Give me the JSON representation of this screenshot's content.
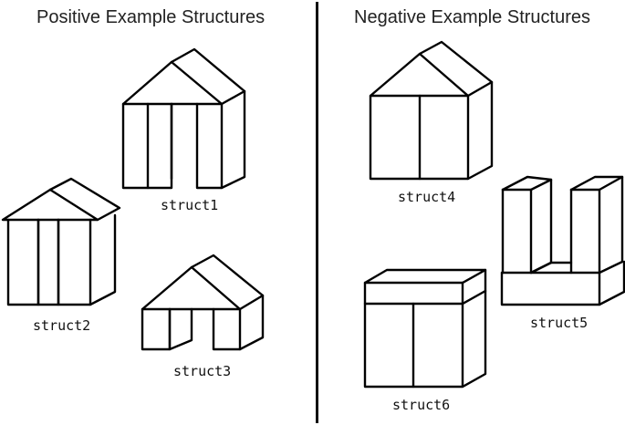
{
  "headings": {
    "positive": "Positive Example Structures",
    "negative": "Negative Example Structures"
  },
  "structures": {
    "s1": "struct1",
    "s2": "struct2",
    "s3": "struct3",
    "s4": "struct4",
    "s5": "struct5",
    "s6": "struct6"
  }
}
